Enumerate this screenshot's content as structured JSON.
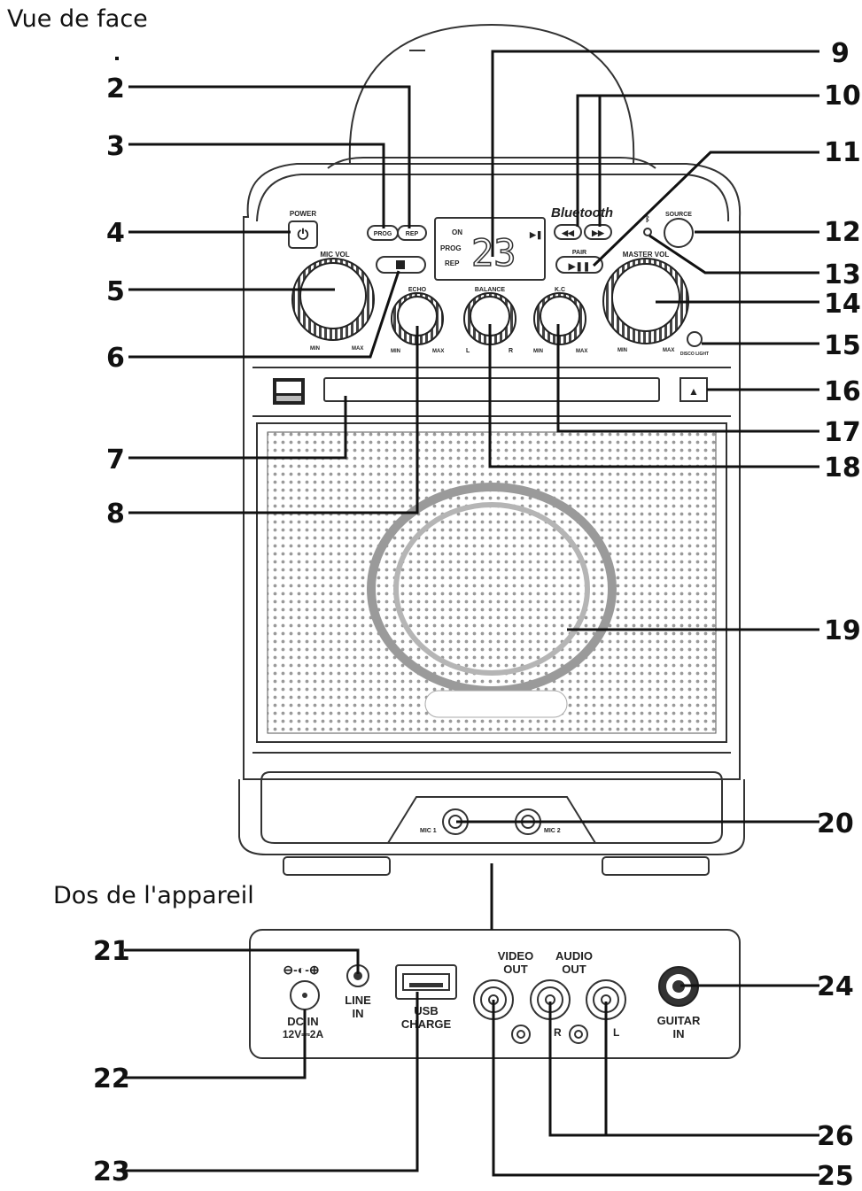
{
  "headings": {
    "front": "Vue de face",
    "back": "Dos de l'appareil"
  },
  "callouts": [
    "2",
    "3",
    "4",
    "5",
    "6",
    "7",
    "8",
    "9",
    "10",
    "11",
    "12",
    "13",
    "14",
    "15",
    "16",
    "17",
    "18",
    "19",
    "20",
    "21",
    "22",
    "23",
    "24",
    "25",
    "26"
  ],
  "front_panel": {
    "power": "POWER",
    "prog": "PROG",
    "rep": "REP",
    "display_on": "ON",
    "display_prog": "PROG",
    "display_rep": "REP",
    "display_digits": "23",
    "bluetooth": "Bluetooth",
    "pair": "PAIR",
    "source": "SOURCE",
    "mic_vol": "MIC VOL",
    "echo": "ECHO",
    "balance": "BALANCE",
    "kc": "K.C",
    "master_vol": "MASTER VOL",
    "min": "MIN",
    "max": "MAX",
    "l": "L",
    "r": "R",
    "disco_light": "DISCO LIGHT",
    "mic1": "MIC 1",
    "mic2": "MIC 2"
  },
  "back_panel": {
    "dc_in": "DC IN",
    "dc_spec": "12V⎓2A",
    "line_in_1": "LINE",
    "line_in_2": "IN",
    "usb_1": "USB",
    "usb_2": "CHARGE",
    "video_1": "VIDEO",
    "video_2": "OUT",
    "audio_1": "AUDIO",
    "audio_2": "OUT",
    "r": "R",
    "l": "L",
    "guitar_1": "GUITAR",
    "guitar_2": "IN"
  },
  "colors": {
    "line": "#111111",
    "device": "#333333",
    "grille": "#9a9a9a"
  }
}
